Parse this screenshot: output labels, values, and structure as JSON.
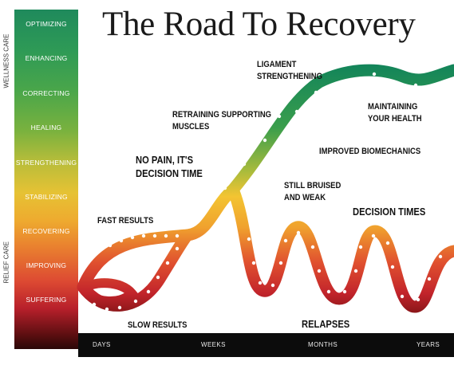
{
  "title": "The Road To Recovery",
  "scale": {
    "levels": [
      "OPTIMIZING",
      "ENHANCING",
      "CORRECTING",
      "HEALING",
      "STRENGTHENING",
      "STABILIZING",
      "RECOVERING",
      "IMPROVING",
      "SUFFERING"
    ],
    "wellness_label": "WELLNESS CARE",
    "relief_label": "RELIEF CARE"
  },
  "x_axis": {
    "ticks": [
      "DAYS",
      "WEEKS",
      "MONTHS",
      "YEARS"
    ]
  },
  "annotations": {
    "fast_results": "FAST RESULTS",
    "slow_results": "SLOW RESULTS",
    "no_pain_1": "NO PAIN, IT'S",
    "no_pain_2": "DECISION TIME",
    "retraining_1": "RETRAINING SUPPORTING",
    "retraining_2": "MUSCLES",
    "ligament_1": "LIGAMENT",
    "ligament_2": "STRENGTHENING",
    "maintaining_1": "MAINTAINING",
    "maintaining_2": "YOUR HEALTH",
    "improved_biomechanics": "IMPROVED BIOMECHANICS",
    "still_bruised_1": "STILL BRUISED",
    "still_bruised_2": "AND WEAK",
    "decision_times": "DECISION TIMES",
    "relapses": "RELAPSES"
  },
  "colors": {
    "road_top": "#1c8a5a",
    "road_mid": "#f2c230",
    "road_low": "#e0402e",
    "road_base": "#8a1414",
    "dots": "#ffffff"
  }
}
